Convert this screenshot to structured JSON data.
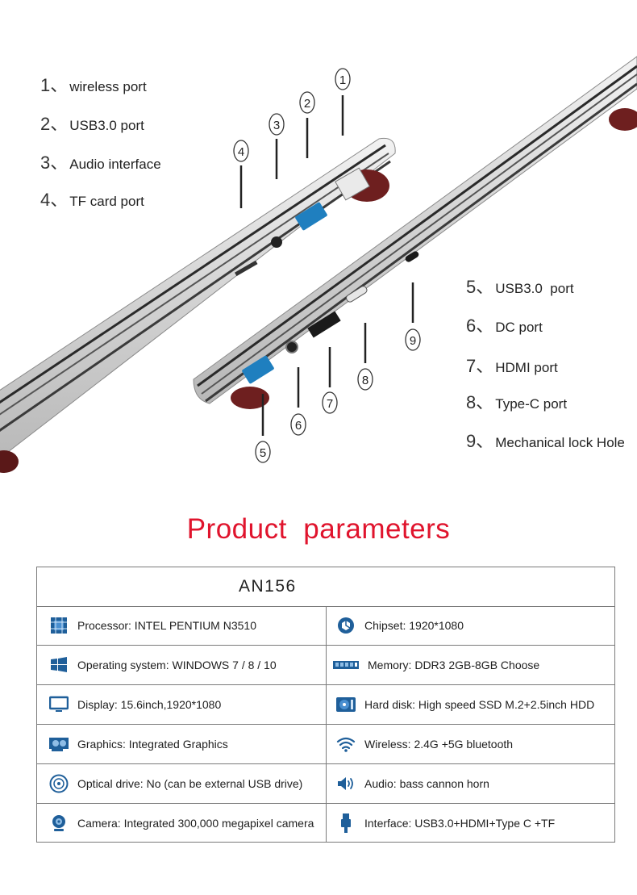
{
  "colors": {
    "accent_red": "#e0142d",
    "icon_blue": "#1f5f9a",
    "laptop_silver": "#c9c9c9",
    "border_gray": "#7a7a7a"
  },
  "ports_left": [
    {
      "num": "1、",
      "label": "wireless port"
    },
    {
      "num": "2、",
      "label": "USB3.0 port"
    },
    {
      "num": "3、",
      "label": "Audio interface"
    },
    {
      "num": "4、",
      "label": "TF card port"
    }
  ],
  "ports_right": [
    {
      "num": "5、",
      "label": "USB3.0  port"
    },
    {
      "num": "6、",
      "label": "DC port"
    },
    {
      "num": "7、",
      "label": "HDMI port"
    },
    {
      "num": "8、",
      "label": "Type-C port"
    },
    {
      "num": "9、",
      "label": "Mechanical lock Hole"
    }
  ],
  "callouts": [
    "1",
    "2",
    "3",
    "4",
    "5",
    "6",
    "7",
    "8",
    "9"
  ],
  "section_title": "Product  parameters",
  "model": "AN156",
  "specs": [
    {
      "left": {
        "icon": "cpu-icon",
        "text": "Processor: INTEL PENTIUM N3510"
      },
      "right": {
        "icon": "chipset-icon",
        "text": "Chipset: 1920*1080"
      }
    },
    {
      "left": {
        "icon": "windows-icon",
        "text": "Operating system: WINDOWS 7 / 8 / 10"
      },
      "right": {
        "icon": "memory-icon",
        "text": "Memory: DDR3 2GB-8GB Choose"
      }
    },
    {
      "left": {
        "icon": "monitor-icon",
        "text": "Display: 15.6inch,1920*1080"
      },
      "right": {
        "icon": "hard-disk-icon",
        "text": "Hard disk: High speed SSD M.2+2.5inch HDD"
      }
    },
    {
      "left": {
        "icon": "graphics-card-icon",
        "text": "Graphics: Integrated Graphics"
      },
      "right": {
        "icon": "wifi-icon",
        "text": "Wireless: 2.4G +5G bluetooth"
      }
    },
    {
      "left": {
        "icon": "optical-disc-icon",
        "text": "Optical drive: No (can be external USB drive)"
      },
      "right": {
        "icon": "speaker-icon",
        "text": "Audio: bass cannon horn"
      }
    },
    {
      "left": {
        "icon": "webcam-icon",
        "text": "Camera: Integrated 300,000 megapixel camera"
      },
      "right": {
        "icon": "usb-plug-icon",
        "text": "Interface: USB3.0+HDMI+Type C +TF"
      }
    }
  ]
}
